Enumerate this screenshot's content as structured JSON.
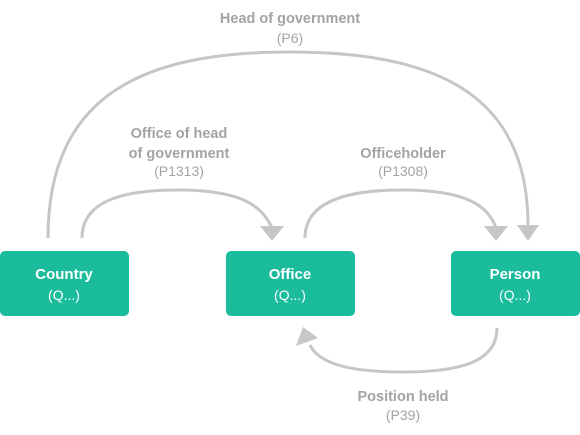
{
  "nodes": {
    "country": {
      "name": "Country",
      "id": "(Q...)"
    },
    "office": {
      "name": "Office",
      "id": "(Q...)"
    },
    "person": {
      "name": "Person",
      "id": "(Q...)"
    }
  },
  "edges": {
    "head_of_government": {
      "name": "Head of government",
      "id": "(P6)"
    },
    "office_of_head_of_government": {
      "name_line1": "Office of head",
      "name_line2": "of government",
      "id": "(P1313)"
    },
    "officeholder": {
      "name": "Officeholder",
      "id": "(P1308)"
    },
    "position_held": {
      "name": "Position held",
      "id": "(P39)"
    }
  },
  "colors": {
    "node": "#1abc9c",
    "edge": "#c6c6c6",
    "edge_label": "#a3a3a3",
    "node_text": "#ffffff"
  }
}
